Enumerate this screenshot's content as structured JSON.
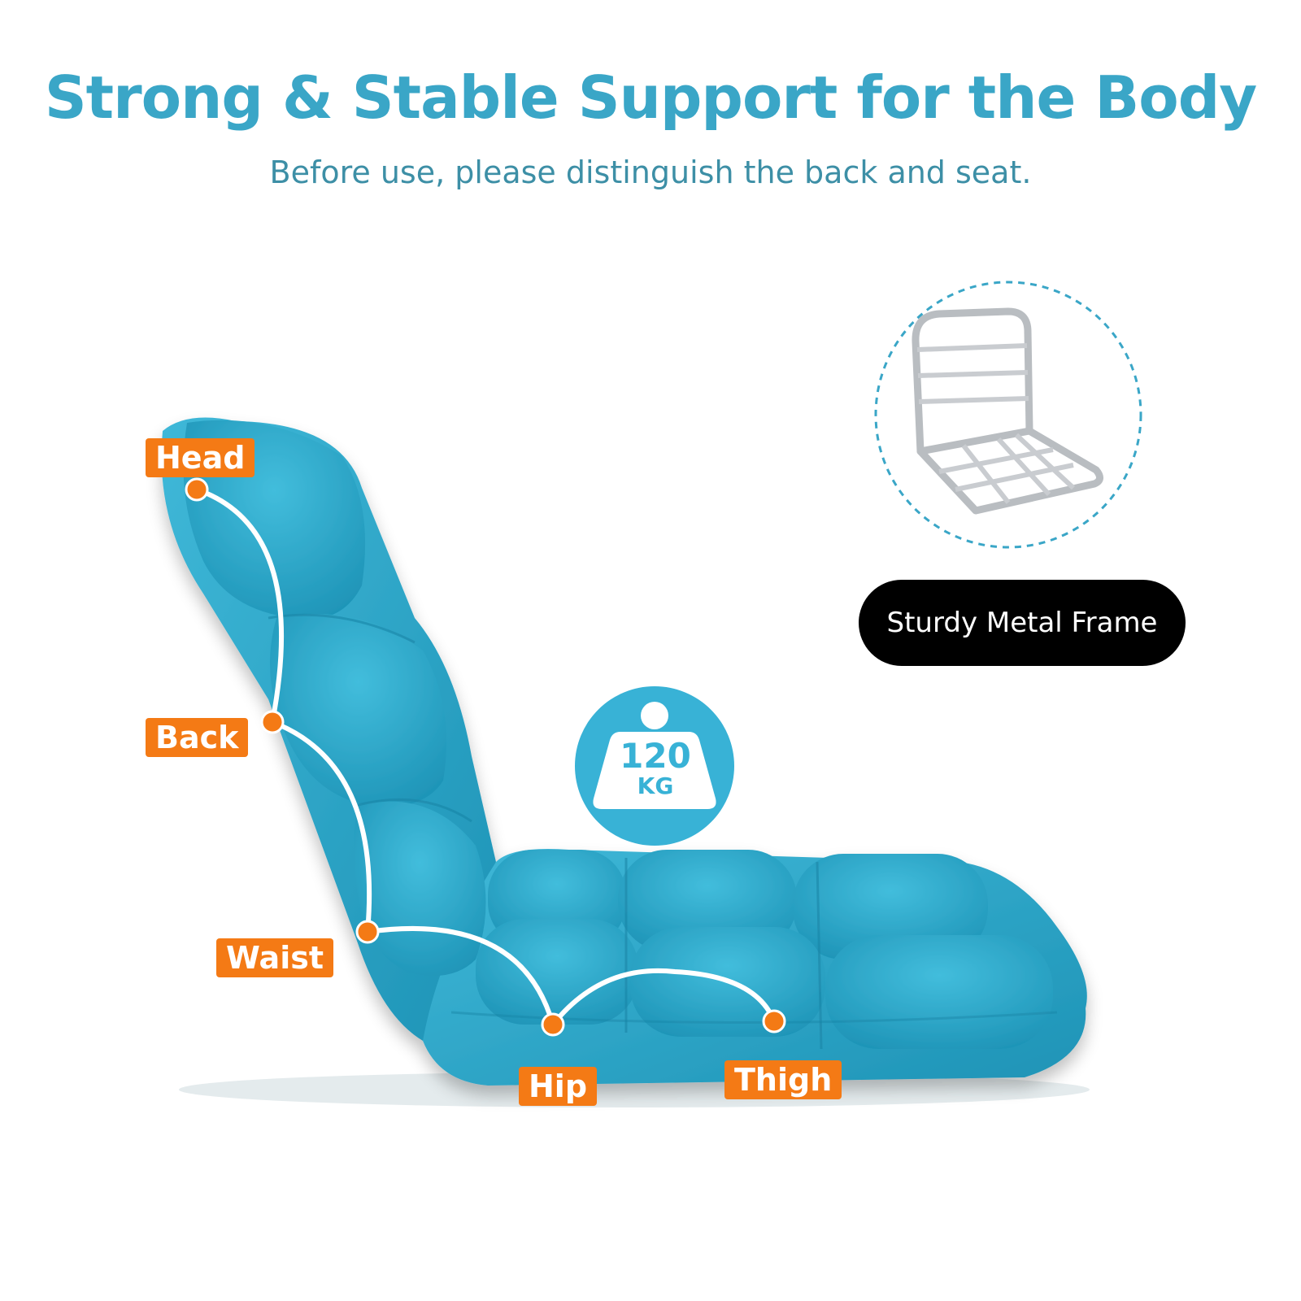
{
  "headline": "Strong & Stable Support for the Body",
  "subline": "Before use, please distinguish the back and seat.",
  "body_parts": {
    "head": "Head",
    "back": "Back",
    "waist": "Waist",
    "hip": "Hip",
    "thigh": "Thigh"
  },
  "feature_label": "Sturdy Metal Frame",
  "weight_capacity": {
    "value": "120",
    "unit": "KG"
  },
  "colors": {
    "accent_blue": "#3aa6c7",
    "chair_teal": "#2aa6c6",
    "label_orange": "#f47a15",
    "pill_black": "#000000",
    "badge_blue": "#38b2d6"
  },
  "icons": [
    "weight-icon",
    "metal-frame-image",
    "support-curve"
  ]
}
